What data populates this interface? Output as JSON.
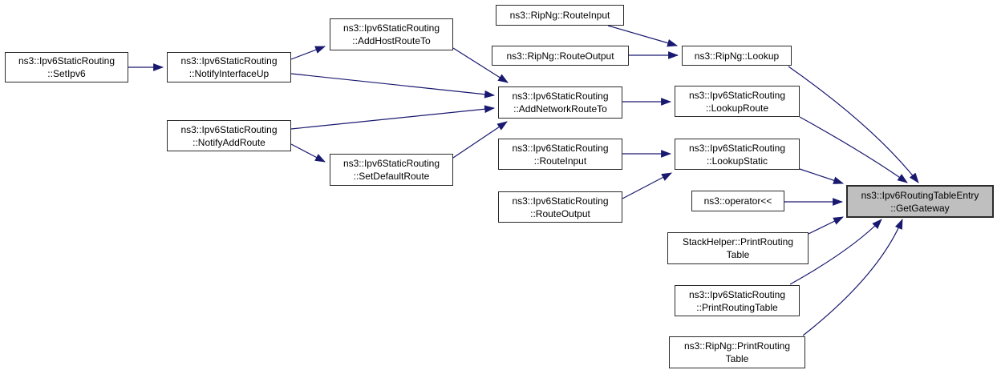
{
  "diagram": {
    "type": "call-graph",
    "target_function": "ns3::Ipv6RoutingTableEntry::GetGateway",
    "edge_color": "#191970",
    "node_border_color": "#2b2b2b",
    "node_fill": "#ffffff",
    "target_fill": "#bfbfbf",
    "background": "#ffffff"
  },
  "nodes": [
    {
      "id": "set-ipv6",
      "label": "ns3::Ipv6StaticRouting\n::SetIpv6"
    },
    {
      "id": "notify-interface-up",
      "label": "ns3::Ipv6StaticRouting\n::NotifyInterfaceUp"
    },
    {
      "id": "notify-add-route",
      "label": "ns3::Ipv6StaticRouting\n::NotifyAddRoute"
    },
    {
      "id": "add-host-route-to",
      "label": "ns3::Ipv6StaticRouting\n::AddHostRouteTo"
    },
    {
      "id": "set-default-route",
      "label": "ns3::Ipv6StaticRouting\n::SetDefaultRoute"
    },
    {
      "id": "ripng-route-input",
      "label": "ns3::RipNg::RouteInput"
    },
    {
      "id": "ripng-route-output",
      "label": "ns3::RipNg::RouteOutput"
    },
    {
      "id": "add-network-route-to",
      "label": "ns3::Ipv6StaticRouting\n::AddNetworkRouteTo"
    },
    {
      "id": "static-route-input",
      "label": "ns3::Ipv6StaticRouting\n::RouteInput"
    },
    {
      "id": "static-route-output",
      "label": "ns3::Ipv6StaticRouting\n::RouteOutput"
    },
    {
      "id": "ripng-lookup",
      "label": "ns3::RipNg::Lookup"
    },
    {
      "id": "lookup-route",
      "label": "ns3::Ipv6StaticRouting\n::LookupRoute"
    },
    {
      "id": "lookup-static",
      "label": "ns3::Ipv6StaticRouting\n::LookupStatic"
    },
    {
      "id": "operator-stream-insertion",
      "label": "ns3::operator<<"
    },
    {
      "id": "stackhelper-print-routing-table",
      "label": "StackHelper::PrintRouting\nTable"
    },
    {
      "id": "static-print-routing-table",
      "label": "ns3::Ipv6StaticRouting\n::PrintRoutingTable"
    },
    {
      "id": "ripng-print-routing-table",
      "label": "ns3::RipNg::PrintRouting\nTable"
    },
    {
      "id": "get-gateway",
      "label": "ns3::Ipv6RoutingTableEntry\n::GetGateway"
    }
  ],
  "edges": [
    {
      "from": "set-ipv6",
      "to": "notify-interface-up"
    },
    {
      "from": "notify-interface-up",
      "to": "add-host-route-to"
    },
    {
      "from": "notify-interface-up",
      "to": "add-network-route-to"
    },
    {
      "from": "add-host-route-to",
      "to": "add-network-route-to"
    },
    {
      "from": "notify-add-route",
      "to": "add-network-route-to"
    },
    {
      "from": "notify-add-route",
      "to": "set-default-route"
    },
    {
      "from": "set-default-route",
      "to": "add-network-route-to"
    },
    {
      "from": "ripng-route-input",
      "to": "ripng-lookup"
    },
    {
      "from": "ripng-route-output",
      "to": "ripng-lookup"
    },
    {
      "from": "add-network-route-to",
      "to": "lookup-route"
    },
    {
      "from": "static-route-input",
      "to": "lookup-static"
    },
    {
      "from": "static-route-output",
      "to": "lookup-static"
    },
    {
      "from": "ripng-lookup",
      "to": "get-gateway"
    },
    {
      "from": "lookup-route",
      "to": "get-gateway"
    },
    {
      "from": "lookup-static",
      "to": "get-gateway"
    },
    {
      "from": "operator-stream-insertion",
      "to": "get-gateway"
    },
    {
      "from": "stackhelper-print-routing-table",
      "to": "get-gateway"
    },
    {
      "from": "static-print-routing-table",
      "to": "get-gateway"
    },
    {
      "from": "ripng-print-routing-table",
      "to": "get-gateway"
    }
  ]
}
